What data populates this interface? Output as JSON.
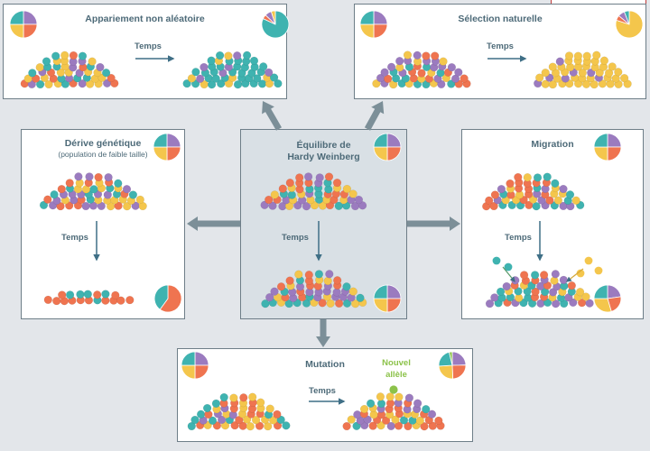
{
  "colors": {
    "purple": "#9b7bbf",
    "teal": "#3fb3b0",
    "yellow": "#f4c64c",
    "orange": "#ef7450",
    "arrow": "#7c8f98",
    "label": "#4d6a78"
  },
  "panels": {
    "nonrandom": {
      "title": "Appariement non aléatoire",
      "arrow_label": "Temps"
    },
    "natural": {
      "title": "Sélection naturelle",
      "arrow_label": "Temps"
    },
    "drift": {
      "title": "Dérive génétique",
      "subtitle": "(population de faible taille)",
      "arrow_label": "Temps"
    },
    "center": {
      "title_line1": "Équilibre de",
      "title_line2": "Hardy Weinberg",
      "arrow_label": "Temps"
    },
    "migration": {
      "title": "Migration",
      "arrow_label": "Temps"
    },
    "mutation": {
      "title": "Mutation",
      "arrow_label": "Temps",
      "new_allele_line1": "Nouvel",
      "new_allele_line2": "allèle"
    }
  }
}
